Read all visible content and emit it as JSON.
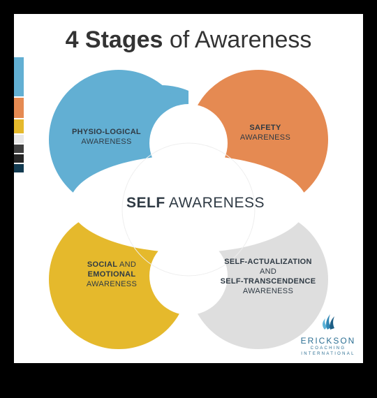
{
  "title": {
    "bold_part": "4 Stages",
    "light_part": "of Awareness"
  },
  "center": {
    "bold": "SELF",
    "light": "AWARENESS"
  },
  "stages": {
    "physio": {
      "line1": "PHYSIO-LOGICAL",
      "line2": "AWARENESS",
      "color": "#62afd3"
    },
    "safety": {
      "line1": "SAFETY",
      "line2": "AWARENESS",
      "color": "#e58a52"
    },
    "social": {
      "line1_bold": "SOCIAL",
      "line1_light": "AND",
      "line2": "EMOTIONAL",
      "line3": "AWARENESS",
      "color": "#e5b92c"
    },
    "selfact": {
      "line1": "SELF-ACTUALIZATION",
      "line2": "AND",
      "line3": "SELF-TRANSCENDENCE",
      "line4": "AWARENESS",
      "color": "#dedede"
    }
  },
  "logo": {
    "name": "ERICKSON",
    "line2": "COACHING",
    "line3": "INTERNATIONAL",
    "icon": "flame-icon"
  },
  "side_swatches": [
    "#62afd3",
    "#e58a52",
    "#e5b92c",
    "#e8e8e8",
    "#3f3f3f",
    "#262626",
    "#123a50"
  ]
}
